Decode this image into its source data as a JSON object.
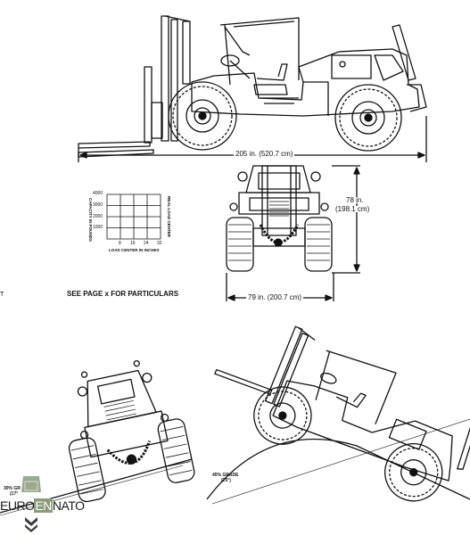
{
  "side_view": {
    "overall_length": "205 in. (520.7 cm)"
  },
  "front_view": {
    "height": "78 in.",
    "height_metric": "(198.1 cm)",
    "width": "79 in. (200.7 cm)"
  },
  "load_chart": {
    "y_axis_label": "CAPACITY IN POUNDS",
    "y_ticks": [
      "4000",
      "3000",
      "2000",
      "1000"
    ],
    "x_ticks": [
      "8",
      "16",
      "24",
      "32"
    ],
    "x_axis_label": "LOAD CENTER IN INCHES",
    "right_label": "REAL LOAD CENTER"
  },
  "reference_note": "SEE PAGE x FOR PARTICULARS",
  "edge_fragment": "T",
  "rear_slope": {
    "grade_line1": "30% GR",
    "grade_line2": "(17°"
  },
  "side_slope": {
    "grade_line1": "45% GRADE",
    "grade_line2": "(25°)"
  },
  "watermark": {
    "text_left": "EURO",
    "text_mid": "EN",
    "text_right": "NATO",
    "colors": {
      "shield": "#8a9a7a",
      "chevron": "#3a3f35"
    }
  }
}
